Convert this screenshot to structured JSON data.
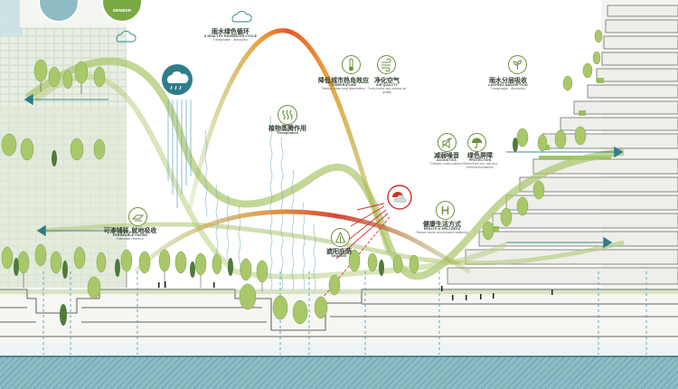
{
  "badge": {
    "text": "MEMBER"
  },
  "labels": {
    "rainwater": {
      "zh": "雨水绿色循环",
      "en": "A HEALTHY RAINWATER CYCLE",
      "sub": "Transpiration · Absorption"
    },
    "transpiration": {
      "zh": "植物蒸腾作用",
      "en": "Transpiration"
    },
    "temperature": {
      "zh": "降低城市热岛效应",
      "en": "TEMPERATURE",
      "sub": "Reduce urban heat island effect"
    },
    "air": {
      "zh": "净化空气",
      "en": "AIR QUALITY",
      "sub": "Purify indoor and outdoor air quality"
    },
    "layered": {
      "zh": "雨水分层吸收",
      "en": "LAYERED ABSORPTION",
      "sub": "Transpiration · Absorption"
    },
    "acoustics": {
      "zh": "减弱噪音",
      "en": "ACOUSTICS",
      "sub": "Dampen noise pollution"
    },
    "protection": {
      "zh": "绿色屏障",
      "en": "PROTECTION",
      "sub": "Shield from sun, rain and thermal fluctuations"
    },
    "paving": {
      "zh": "可渗铺装,就地吸收",
      "en": "PERMEABLE PAVING",
      "sub": "Rainwater retention"
    },
    "health": {
      "zh": "健康生活方式",
      "en": "HEALTH & WELLNESS",
      "sub": "Reduce stress and enhance wellbeing"
    },
    "shading": {
      "zh": "遮阳庇荫",
      "en": "SHADING"
    }
  },
  "icons": [
    "cloud-icon",
    "rain-cloud-icon",
    "thermometer-icon",
    "wind-icon",
    "heat-waves-icon",
    "sprout-icon",
    "no-noise-icon",
    "umbrella-icon",
    "shade-icon",
    "permeable-paving-icon",
    "health-icon",
    "sun-cloud-icon"
  ],
  "colors": {
    "green": "#8db04a",
    "teal": "#2f7d89",
    "orange": "#e07a2e",
    "red": "#c9302c",
    "water": "#4aa3b8"
  }
}
